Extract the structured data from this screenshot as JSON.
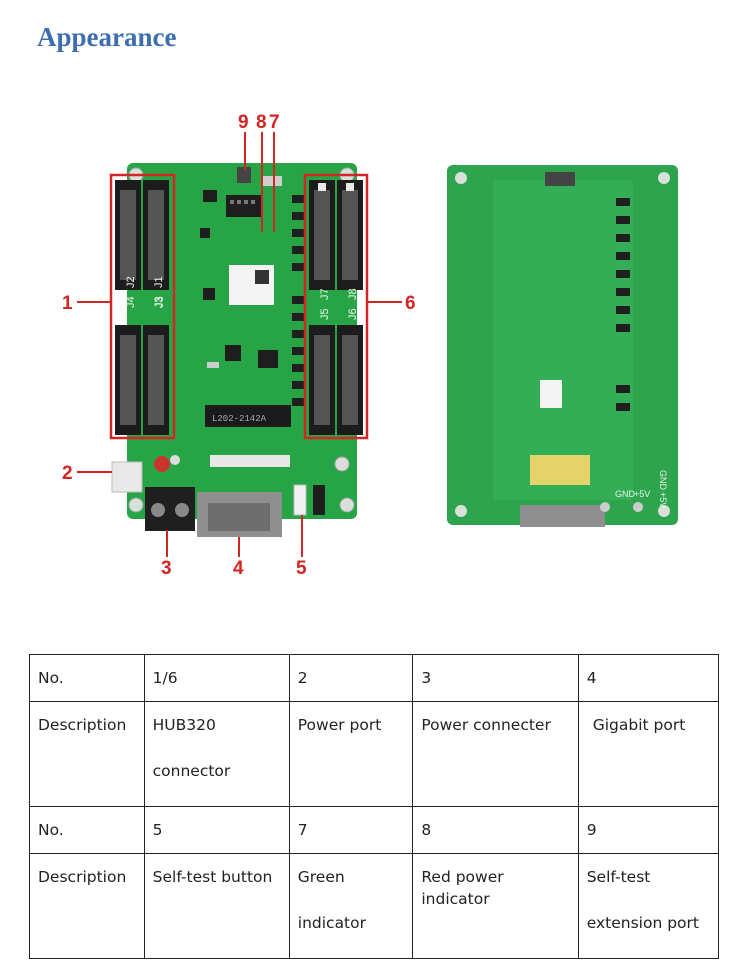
{
  "page": {
    "title": "Appearance"
  },
  "callouts": [
    "1",
    "2",
    "3",
    "4",
    "5",
    "6",
    "7",
    "8",
    "9"
  ],
  "board": {
    "connector_labels": [
      "J3",
      "J1",
      "J4",
      "J2",
      "J5",
      "J7",
      "J6",
      "J8"
    ],
    "chip_label": "L202-2142A",
    "back_labels": {
      "gnd": "GND",
      "plus5v": "+5V",
      "gnd_side": "GND",
      "plus5v_side": "+5V"
    }
  },
  "table": {
    "rows": [
      {
        "cells": [
          "No.",
          "1/6",
          "2",
          "3",
          "4"
        ]
      },
      {
        "cells": [
          "Description",
          "HUB320 connector",
          "Power port",
          "Power connecter",
          "Gigabit port"
        ]
      },
      {
        "cells": [
          "No.",
          "5",
          "7",
          "8",
          "9"
        ]
      },
      {
        "cells": [
          "Description",
          "Self-test button",
          "Green indicator",
          "Red power indicator",
          "Self-test extension port"
        ]
      }
    ]
  },
  "colors": {
    "title": "#3d6fb0",
    "callout": "#d42424",
    "pcb": "#27a546",
    "pcb_back": "#2ea44f"
  }
}
